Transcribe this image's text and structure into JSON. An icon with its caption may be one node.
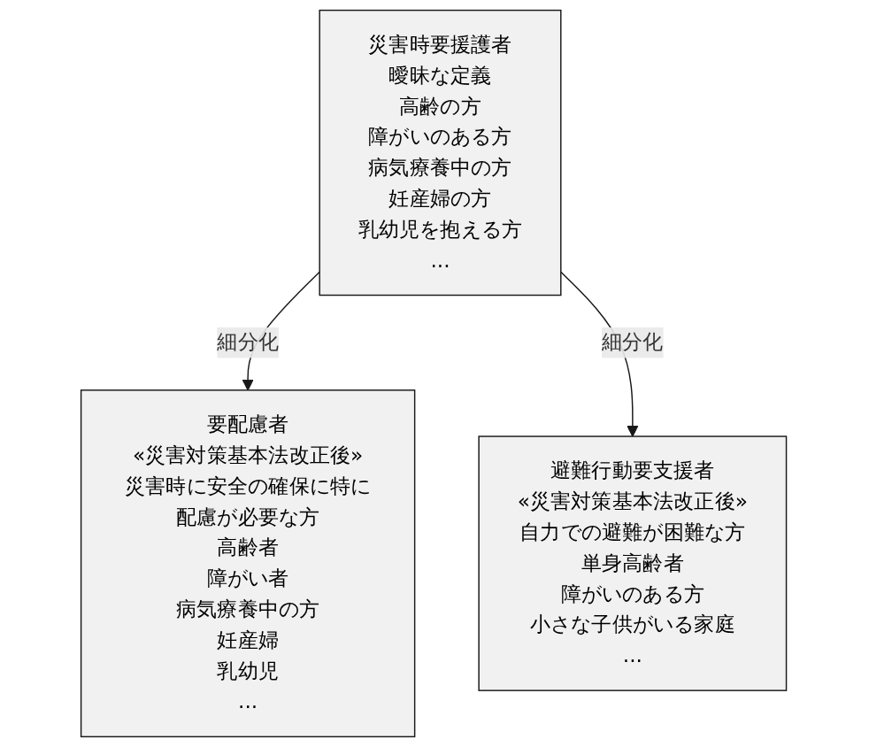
{
  "diagram": {
    "nodes": [
      {
        "text": [
          "災害時要援護者",
          "曖昧な定義",
          "高齢の方",
          "障がいのある方",
          "病気療養中の方",
          "妊産婦の方",
          "乳幼児を抱える方",
          "..."
        ]
      },
      {
        "text": [
          "要配慮者",
          "«災害対策基本法改正後»",
          "災害時に安全の確保に特に配慮が必要な方",
          "高齢者",
          "障がい者",
          "病気療養中の方",
          "妊産婦",
          "乳幼児",
          "..."
        ]
      },
      {
        "text": [
          "避難行動要支援者",
          "«災害対策基本法改正後»",
          "自力での避難が困難な方",
          "単身高齢者",
          "障がいのある方",
          "小さな子供がいる家庭",
          "..."
        ]
      }
    ],
    "edges": [
      {
        "from": 0,
        "to": 1,
        "label": "細分化",
        "arrow": "to"
      },
      {
        "from": 0,
        "to": 2,
        "label": "細分化",
        "arrow": "to"
      }
    ]
  }
}
